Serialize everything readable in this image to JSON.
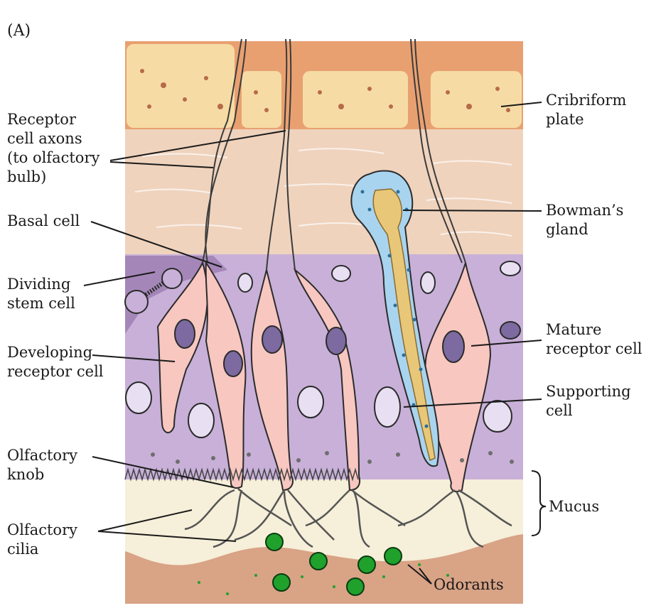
{
  "panel_label": "(A)",
  "labels": {
    "receptor_axons": [
      "Receptor",
      "cell axons",
      "(to olfactory",
      "bulb)"
    ],
    "basal_cell": [
      "Basal cell"
    ],
    "dividing_stem_cell": [
      "Dividing",
      "stem cell"
    ],
    "developing_receptor_cell": [
      "Developing",
      "receptor cell"
    ],
    "olfactory_knob": [
      "Olfactory",
      "knob"
    ],
    "olfactory_cilia": [
      "Olfactory",
      "cilia"
    ],
    "cribriform_plate": [
      "Cribriform",
      "plate"
    ],
    "bowmans_gland": [
      "Bowman’s",
      "gland"
    ],
    "mature_receptor_cell": [
      "Mature",
      "receptor cell"
    ],
    "supporting_cell": [
      "Supporting",
      "cell"
    ],
    "mucus": [
      "Mucus"
    ],
    "odorants": [
      "Odorants"
    ]
  },
  "colors": {
    "bone": "#f6dca4",
    "bone_edge": "#e9a070",
    "lamina": "#efd3bd",
    "epithelium": "#c8b0d8",
    "epithelium_dark": "#a487b8",
    "receptor_cell": "#f7c7c0",
    "nucleus": "#7d6aa0",
    "supporting_nucleus": "#e8e0f2",
    "gland": "#a9d4ef",
    "gland_duct": "#e8c878",
    "mucus": "#f6efd9",
    "air": "#d9a386",
    "odorant": "#1fa12c",
    "axon": "#3b3b3b"
  }
}
